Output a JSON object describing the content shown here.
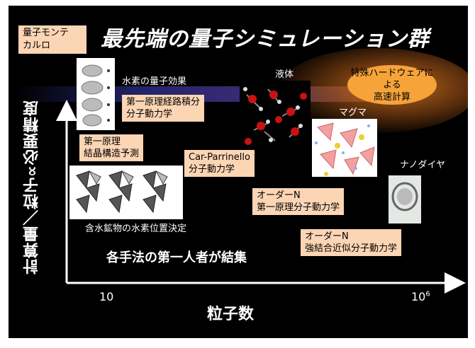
{
  "title": "最先端の量子シミュレーション群",
  "qmc_label": "量子モンテ\nカルロ",
  "special_hw": "特殊ハードウェアによる\n高速計算",
  "labels": {
    "hydrogen_quantum": "水素の量子効果",
    "liquid": "液体",
    "magma": "マグマ",
    "nanodiamond": "ナノダイヤ",
    "hydrous_minerals": "含水鉱物の水素位置決定",
    "summary": "各手法の第一人者が結集"
  },
  "boxes": {
    "path_integral": "第一原理経路積分\n分子動力学",
    "crystal_prediction": "第一原理\n結晶構造予測",
    "car_parrinello": "Car-Parrinello\n分子動力学",
    "order_n_first": "オーダーN\n第一原理分子動力学",
    "order_n_tight": "オーダーN\n強結合近似分子動力学"
  },
  "axes": {
    "ylabel": "計算量／粒子∝必要精度",
    "xlabel": "粒子数",
    "xtick_low": "10",
    "xtick_high_base": "10",
    "xtick_high_exp": "6"
  }
}
